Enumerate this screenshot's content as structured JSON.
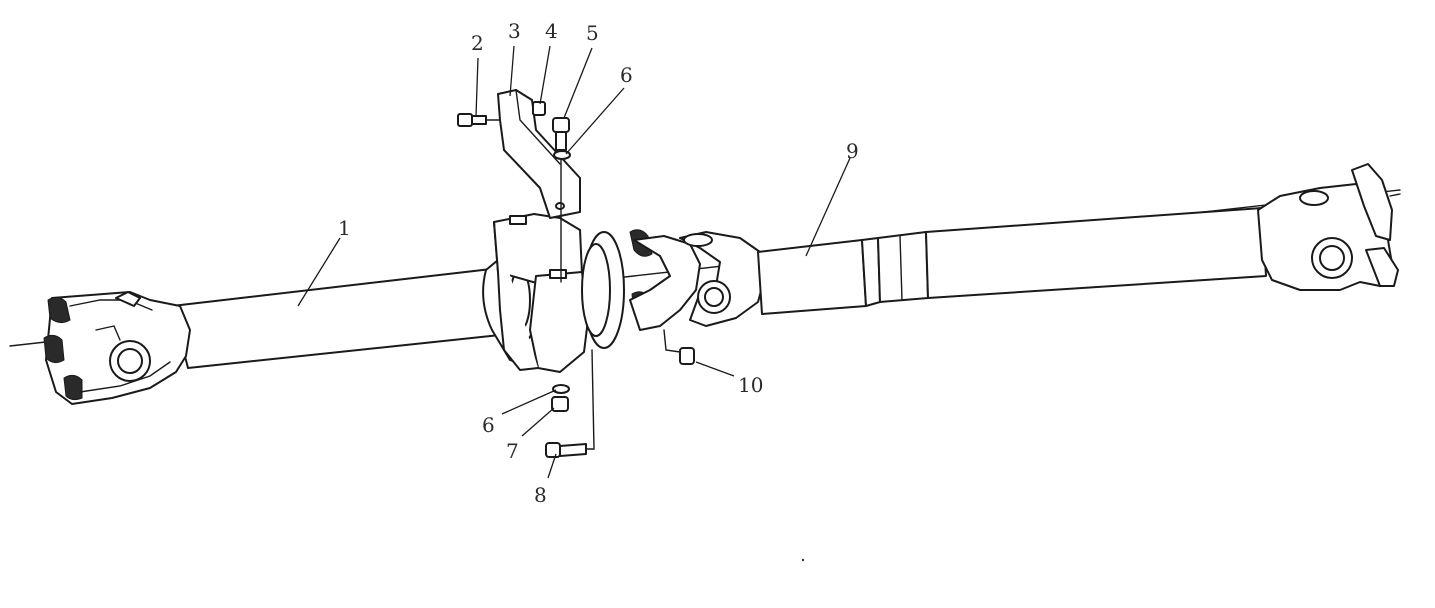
{
  "callouts": [
    {
      "id": "c1",
      "text": "1"
    },
    {
      "id": "c2",
      "text": "2"
    },
    {
      "id": "c3",
      "text": "3"
    },
    {
      "id": "c4",
      "text": "4"
    },
    {
      "id": "c5",
      "text": "5"
    },
    {
      "id": "c6a",
      "text": "6"
    },
    {
      "id": "c6b",
      "text": "6"
    },
    {
      "id": "c7",
      "text": "7"
    },
    {
      "id": "c8",
      "text": "8"
    },
    {
      "id": "c9",
      "text": "9"
    },
    {
      "id": "c10",
      "text": "10"
    }
  ]
}
